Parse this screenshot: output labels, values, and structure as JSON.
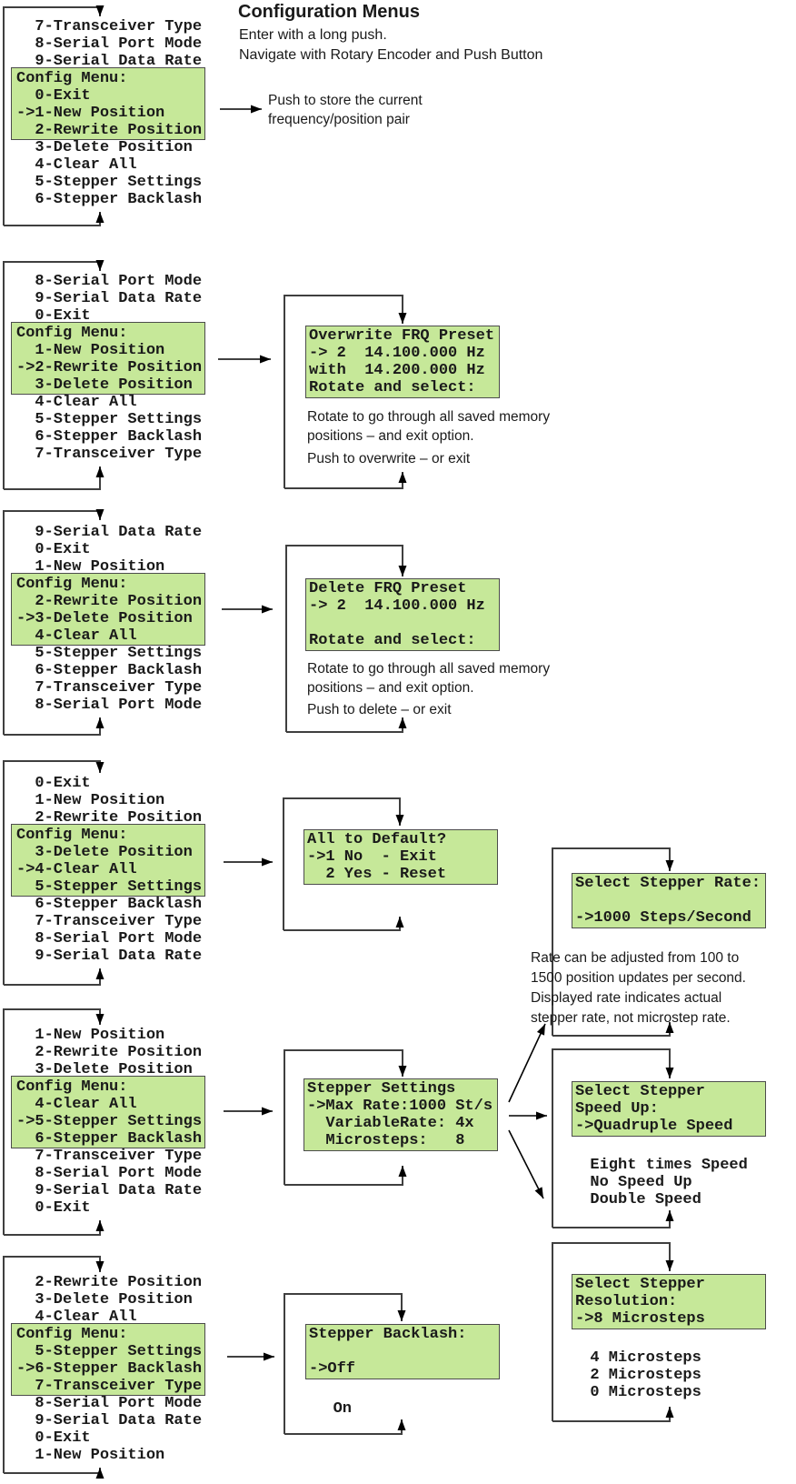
{
  "header": {
    "title": "Configuration Menus",
    "subtitle": [
      "Enter with a long push.",
      "Navigate with Rotary Encoder and Push Button"
    ]
  },
  "colors": {
    "lcd_green": "#c6e899",
    "box_border": "#4c4c4c"
  },
  "menus": [
    {
      "lines": [
        "  7-Transceiver Type",
        "  8-Serial Port Mode",
        "  9-Serial Data Rate",
        "Config Menu:",
        "  0-Exit",
        "->1-New Position",
        "  2-Rewrite Position",
        "  3-Delete Position",
        "  4-Clear All",
        "  5-Stepper Settings",
        "  6-Stepper Backlash"
      ]
    },
    {
      "lines": [
        "  8-Serial Port Mode",
        "  9-Serial Data Rate",
        "  0-Exit",
        "Config Menu:",
        "  1-New Position",
        "->2-Rewrite Position",
        "  3-Delete Position",
        "  4-Clear All",
        "  5-Stepper Settings",
        "  6-Stepper Backlash",
        "  7-Transceiver Type"
      ]
    },
    {
      "lines": [
        "  9-Serial Data Rate",
        "  0-Exit",
        "  1-New Position",
        "Config Menu:",
        "  2-Rewrite Position",
        "->3-Delete Position",
        "  4-Clear All",
        "  5-Stepper Settings",
        "  6-Stepper Backlash",
        "  7-Transceiver Type",
        "  8-Serial Port Mode"
      ]
    },
    {
      "lines": [
        "  0-Exit",
        "  1-New Position",
        "  2-Rewrite Position",
        "Config Menu:",
        "  3-Delete Position",
        "->4-Clear All",
        "  5-Stepper Settings",
        "  6-Stepper Backlash",
        "  7-Transceiver Type",
        "  8-Serial Port Mode",
        "  9-Serial Data Rate"
      ]
    },
    {
      "lines": [
        "  1-New Position",
        "  2-Rewrite Position",
        "  3-Delete Position",
        "Config Menu:",
        "  4-Clear All",
        "->5-Stepper Settings",
        "  6-Stepper Backlash",
        "  7-Transceiver Type",
        "  8-Serial Port Mode",
        "  9-Serial Data Rate",
        "  0-Exit"
      ]
    },
    {
      "lines": [
        "  2-Rewrite Position",
        "  3-Delete Position",
        "  4-Clear All",
        "Config Menu:",
        "  5-Stepper Settings",
        "->6-Stepper Backlash",
        "  7-Transceiver Type",
        "  8-Serial Port Mode",
        "  9-Serial Data Rate",
        "  0-Exit",
        "  1-New Position"
      ]
    }
  ],
  "displays": {
    "overwrite": {
      "lines": [
        "Overwrite FRQ Preset",
        "-> 2  14.100.000 Hz",
        "with  14.200.000 Hz",
        "Rotate and select:"
      ]
    },
    "delete": {
      "lines": [
        "Delete FRQ Preset",
        "-> 2  14.100.000 Hz",
        "",
        "Rotate and select:"
      ]
    },
    "all_default": {
      "lines": [
        "All to Default?",
        "->1 No  - Exit",
        "  2 Yes - Reset",
        ""
      ]
    },
    "stepper_rate": {
      "lines": [
        "Select Stepper Rate:",
        "",
        "->1000 Steps/Second",
        ""
      ]
    },
    "stepper_settings": {
      "lines": [
        "Stepper Settings",
        "->Max Rate:1000 St/s",
        "  VariableRate: 4x",
        "  Microsteps:   8"
      ]
    },
    "speed_up": {
      "lines": [
        "Select Stepper",
        "Speed Up:",
        "->Quadruple Speed",
        ""
      ],
      "options": [
        "  Eight times Speed",
        "  No Speed Up",
        "  Double Speed"
      ]
    },
    "backlash": {
      "lines": [
        "Stepper Backlash:",
        "",
        "->Off",
        ""
      ],
      "options": [
        "   On"
      ]
    },
    "resolution": {
      "lines": [
        "Select Stepper",
        "Resolution:",
        "->8 Microsteps",
        ""
      ],
      "options": [
        "  4 Microsteps",
        "  2 Microsteps",
        "  0 Microsteps"
      ]
    }
  },
  "notes": {
    "store": [
      "Push to store the current",
      "frequency/position pair"
    ],
    "overwrite_1": [
      "Rotate to go through all saved memory",
      "positions – and exit option."
    ],
    "overwrite_2": [
      "Push to overwrite – or exit"
    ],
    "delete_1": [
      "Rotate to go through all saved memory",
      "positions – and exit option."
    ],
    "delete_2": [
      "Push to delete – or exit"
    ],
    "rate": [
      "Rate can be adjusted from 100 to",
      "1500 position updates per second.",
      "Displayed rate indicates actual",
      "stepper rate, not microstep rate."
    ]
  }
}
